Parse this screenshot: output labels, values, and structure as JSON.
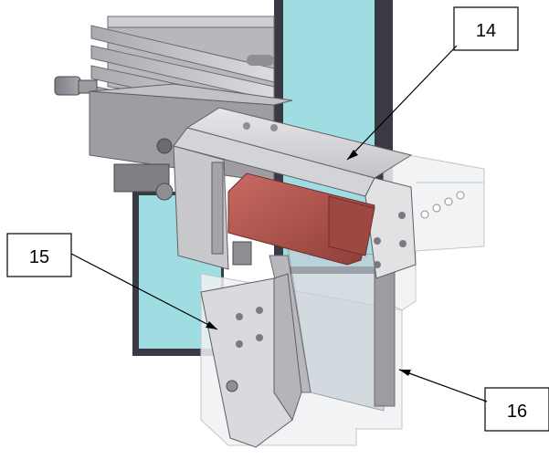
{
  "figure": {
    "callouts": [
      {
        "id": "14",
        "label": "14"
      },
      {
        "id": "15",
        "label": "15"
      },
      {
        "id": "16",
        "label": "16"
      }
    ],
    "colors": {
      "background": "#ffffff",
      "metal_light": "#d9d9dc",
      "metal_mid": "#b8b8bc",
      "metal_dark": "#8e8e93",
      "glass": "#9fdde3",
      "frame": "#3a3a44",
      "sensor_red": "#b5564f",
      "transparent_housing": "#eef1f3",
      "label_border": "#000000"
    }
  }
}
